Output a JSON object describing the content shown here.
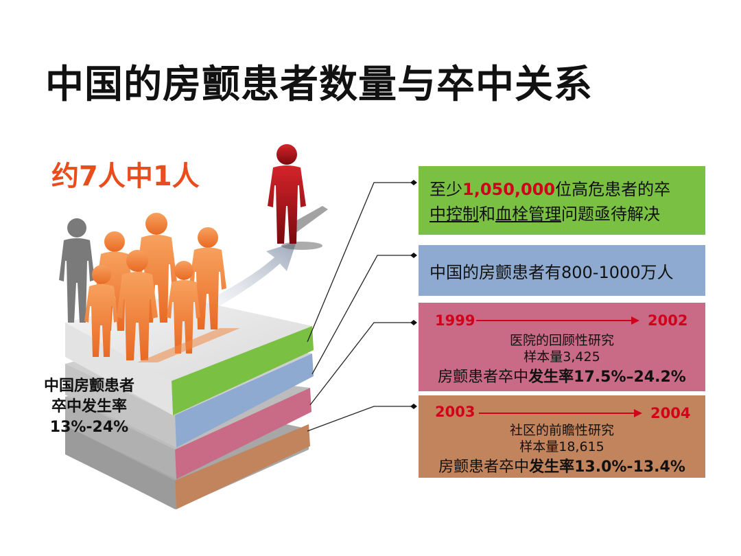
{
  "title": "中国的房颤患者数量与卒中关系",
  "ratio_label": "约7人中1人",
  "left_caption": {
    "line1": "中国房颤患者",
    "line2": "卒中发生率",
    "line3": "13%-24%"
  },
  "box_green": {
    "part1": "至少",
    "highlight_number": "1,050,000",
    "part2": "位高危患者的卒",
    "underline1": "中控制",
    "part3": "和",
    "underline2": "血栓管理",
    "part4": "问题亟待解决"
  },
  "box_blue": {
    "text": "中国的房颤患者有800-1000万人"
  },
  "box_pink": {
    "year_start": "1999",
    "year_end": "2002",
    "study": "医院的回顾性研究",
    "sample": "样本量3,425",
    "rate_prefix": "房颤患者卒中",
    "rate_bold": "发生率17.5%–24.2%"
  },
  "box_tan": {
    "year_start": "2003",
    "year_end": "2004",
    "study": "社区的前瞻性研究",
    "sample": "样本量18,615",
    "rate_prefix": "房颤患者卒中",
    "rate_bold": "发生率13.0%-13.4%"
  },
  "colors": {
    "green": "#7ac143",
    "blue": "#8eaad0",
    "pink": "#c96a86",
    "tan": "#c2845c",
    "orange": "#ea4d1d",
    "red": "#d0021b",
    "figure_orange": "#f08a45",
    "figure_red": "#b01218",
    "figure_gray": "#7a7a7a"
  }
}
